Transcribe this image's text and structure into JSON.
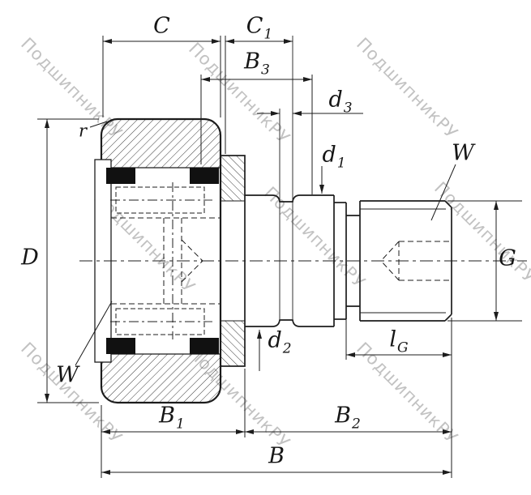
{
  "watermark": {
    "text": "ПодшипникРУ"
  },
  "colors": {
    "line": "#1c1c1c",
    "watermark": "#c2c2c2",
    "seal_fill": "#111111",
    "background": "#ffffff"
  },
  "labels": {
    "C": {
      "main": "C",
      "sub": ""
    },
    "C1": {
      "main": "C",
      "sub": "1"
    },
    "B3": {
      "main": "B",
      "sub": "3"
    },
    "d3": {
      "main": "d",
      "sub": "3"
    },
    "d1": {
      "main": "d",
      "sub": "1"
    },
    "W_stud_end": {
      "main": "W",
      "sub": ""
    },
    "r": {
      "main": "r",
      "sub": ""
    },
    "D": {
      "main": "D",
      "sub": ""
    },
    "G": {
      "main": "G",
      "sub": ""
    },
    "d2": {
      "main": "d",
      "sub": "2"
    },
    "lG": {
      "main": "l",
      "sub": "G"
    },
    "B1": {
      "main": "B",
      "sub": "1"
    },
    "B2": {
      "main": "B",
      "sub": "2"
    },
    "B": {
      "main": "B",
      "sub": ""
    },
    "W_roller": {
      "main": "W",
      "sub": ""
    }
  }
}
